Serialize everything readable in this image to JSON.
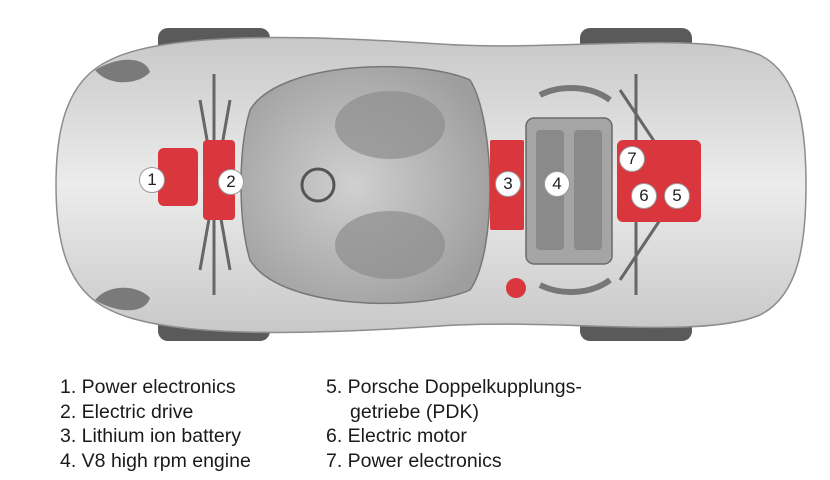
{
  "markers": [
    "1",
    "2",
    "3",
    "4",
    "5",
    "6",
    "7"
  ],
  "legend": {
    "left": [
      "1. Power electronics",
      "2. Electric drive",
      "3. Lithium ion battery",
      "4. V8 high rpm engine"
    ],
    "right": [
      "5. Porsche Doppelkupplungs-",
      "getriebe (PDK)",
      "6. Electric motor",
      "7. Power electronics"
    ]
  },
  "colors": {
    "body": "#d9d9d9",
    "outline": "#8c8c8c",
    "tire": "#555555",
    "component_red": "#d9363e",
    "engine": "#9f9f9f",
    "text": "#1a1a1a"
  }
}
